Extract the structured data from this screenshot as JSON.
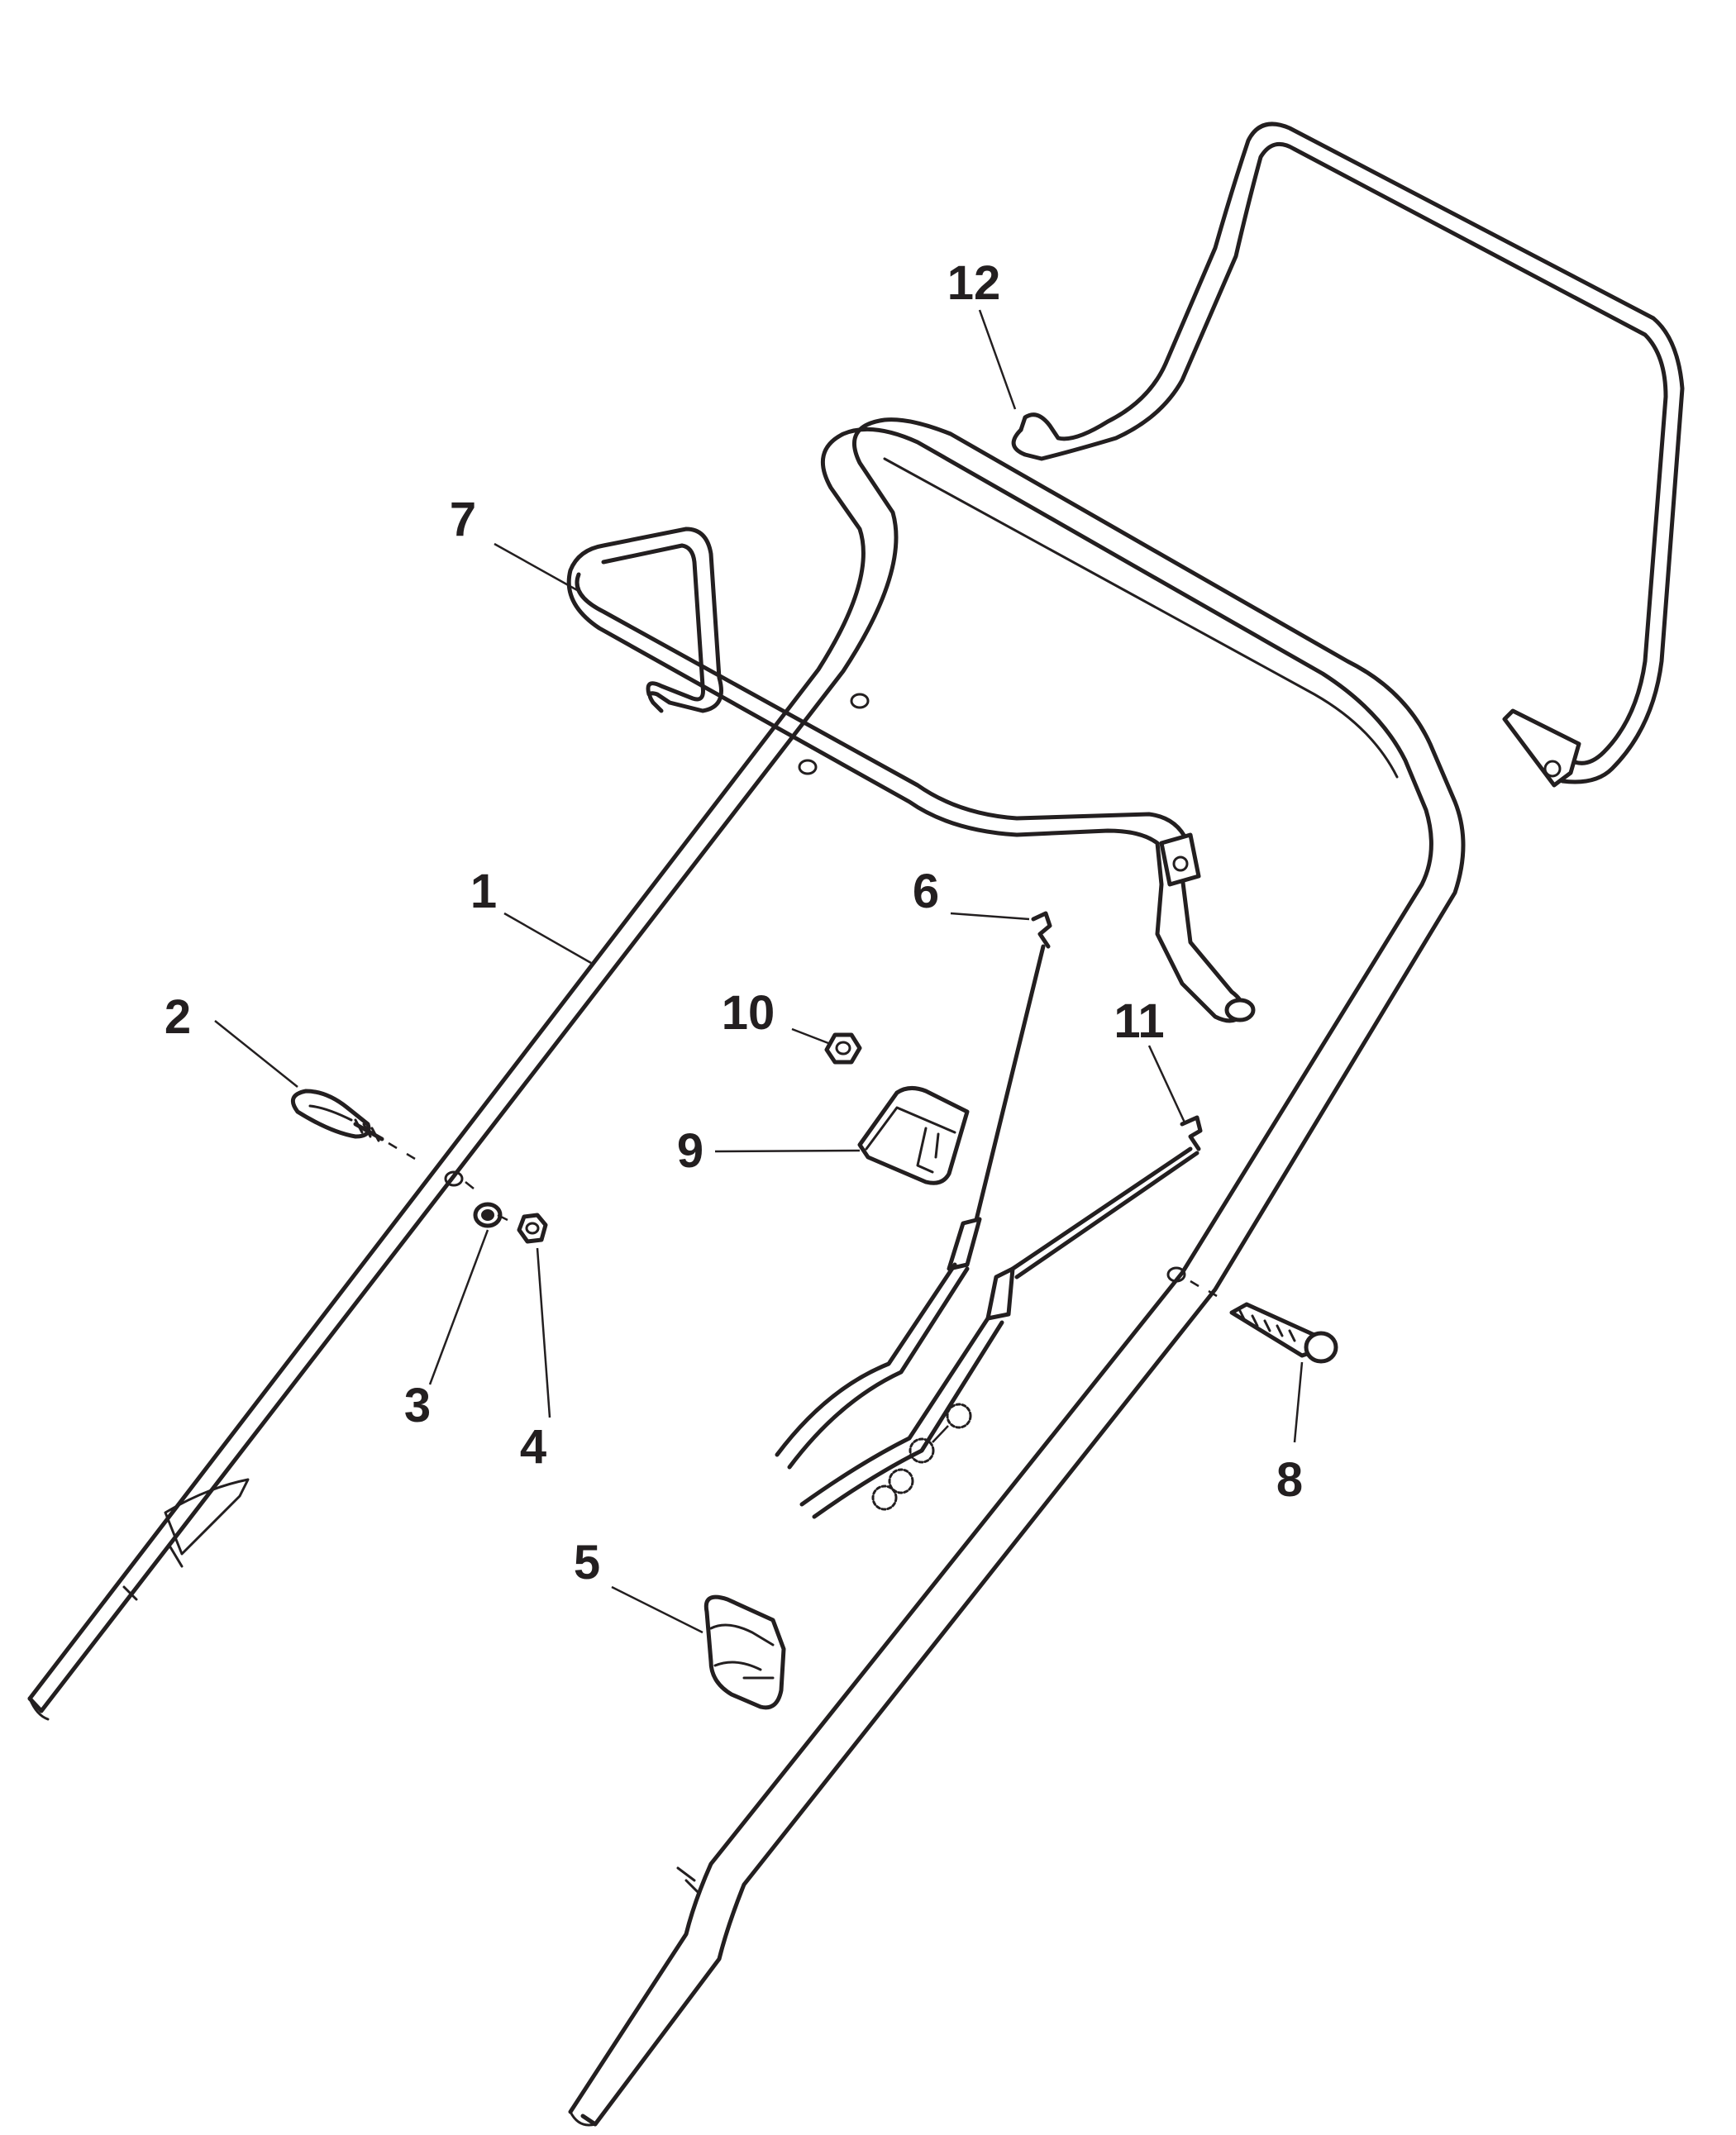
{
  "diagram": {
    "type": "exploded-parts-diagram",
    "callouts": [
      {
        "id": "1",
        "label": "1"
      },
      {
        "id": "2",
        "label": "2"
      },
      {
        "id": "3",
        "label": "3"
      },
      {
        "id": "4",
        "label": "4"
      },
      {
        "id": "5",
        "label": "5"
      },
      {
        "id": "6",
        "label": "6"
      },
      {
        "id": "7",
        "label": "7"
      },
      {
        "id": "8",
        "label": "8"
      },
      {
        "id": "9",
        "label": "9"
      },
      {
        "id": "10",
        "label": "10"
      },
      {
        "id": "11",
        "label": "11"
      },
      {
        "id": "12",
        "label": "12"
      }
    ],
    "line_color": "#231f20",
    "background": "#ffffff"
  }
}
